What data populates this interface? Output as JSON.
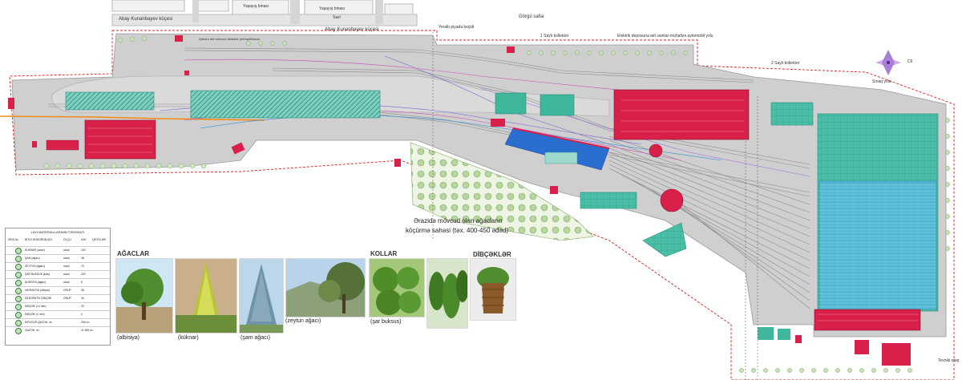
{
  "labels": {
    "street_left_top": "Abay Kunanbayev küçesi",
    "yasayis1": "Yaşayış binası",
    "yasayis2": "Yaşayış binası",
    "saxi": "Saxi",
    "street_left_bottom": "Abay Kunanbayev küçesi",
    "gorgu_saha": "Görgü saha",
    "yerali_piyada": "Yeraltı piyada keçidi",
    "kollektor1": "1 Saylı kollektor",
    "elektrik_depo": "Elektrik deposuna aid sanitar-mühafizə avtomobil yolu",
    "kollektor2": "2 Saylı kollektor",
    "sinaq_yolu": "Sınaq yolu",
    "sehrane": "Şəhərə aid mövcud abidələr yerləşdiriləcək",
    "agac_transfer_1": "Ərazidə mövcud olan ağacların",
    "agac_transfer_2": "köçürmə sahəsi (təx. 400-450 ədəd)",
    "texniki_otaq": "Texniki otaq"
  },
  "legend": {
    "title": "LAYİ MATERİALLARININ TƏSVİRATI",
    "headers": [
      "SIRA №",
      "BİTKİ ÜNSÜRÜN ADI",
      "ÖLÇÜ",
      "SAY",
      "QEYDLƏR"
    ],
    "rows": [
      {
        "name": "KÜKNAR (ərazi)",
        "size": "ədəd",
        "count": "100"
      },
      {
        "name": "ŞAM (ağacı)",
        "size": "ədəd",
        "count": "48"
      },
      {
        "name": "ZEYTUN (ağacı)",
        "size": "ədəd",
        "count": "70"
      },
      {
        "name": "ŞAR BUKSUS (kolu)",
        "size": "ədəd",
        "count": "420"
      },
      {
        "name": "ALBİSİYA (ağacı)",
        "size": "ədəd",
        "count": "6"
      },
      {
        "name": "HİDRANTIA (dibçək)",
        "size": "GRUP",
        "count": "38"
      },
      {
        "name": "DEKORATİV DİBÇƏK",
        "size": "GRUP",
        "count": "30"
      },
      {
        "name": "DİBÇƏK (14 mm)",
        "size": "",
        "count": "20"
      },
      {
        "name": "DİBÇƏK (1 mm)",
        "size": "",
        "count": "4"
      },
      {
        "name": "MÖVCUD QAZON, m²",
        "size": "",
        "count": "206 m²"
      },
      {
        "name": "QAZON, m²",
        "size": "",
        "count": "11 965 m²"
      }
    ]
  },
  "photos": {
    "agaclar_title": "AĞACLAR",
    "kollar_title": "KOLLAR",
    "dibcekler_title": "DİBÇƏKLƏR",
    "cap_albisiya": "(albisiya)",
    "cap_kuknar": "(küknar)",
    "cap_sam": "(şam ağacı)",
    "cap_zeytun": "(zeytun ağacı)",
    "cap_buksus": "(şar buksus)"
  },
  "compass": {
    "label": "C6"
  },
  "colors": {
    "track": "#8c8c8c",
    "platform": "#2a9a88",
    "building_red": "#d8204a",
    "depot_blue": "#2a9bc0",
    "tree_green": "#6ca85a",
    "redline": "#d32020"
  }
}
